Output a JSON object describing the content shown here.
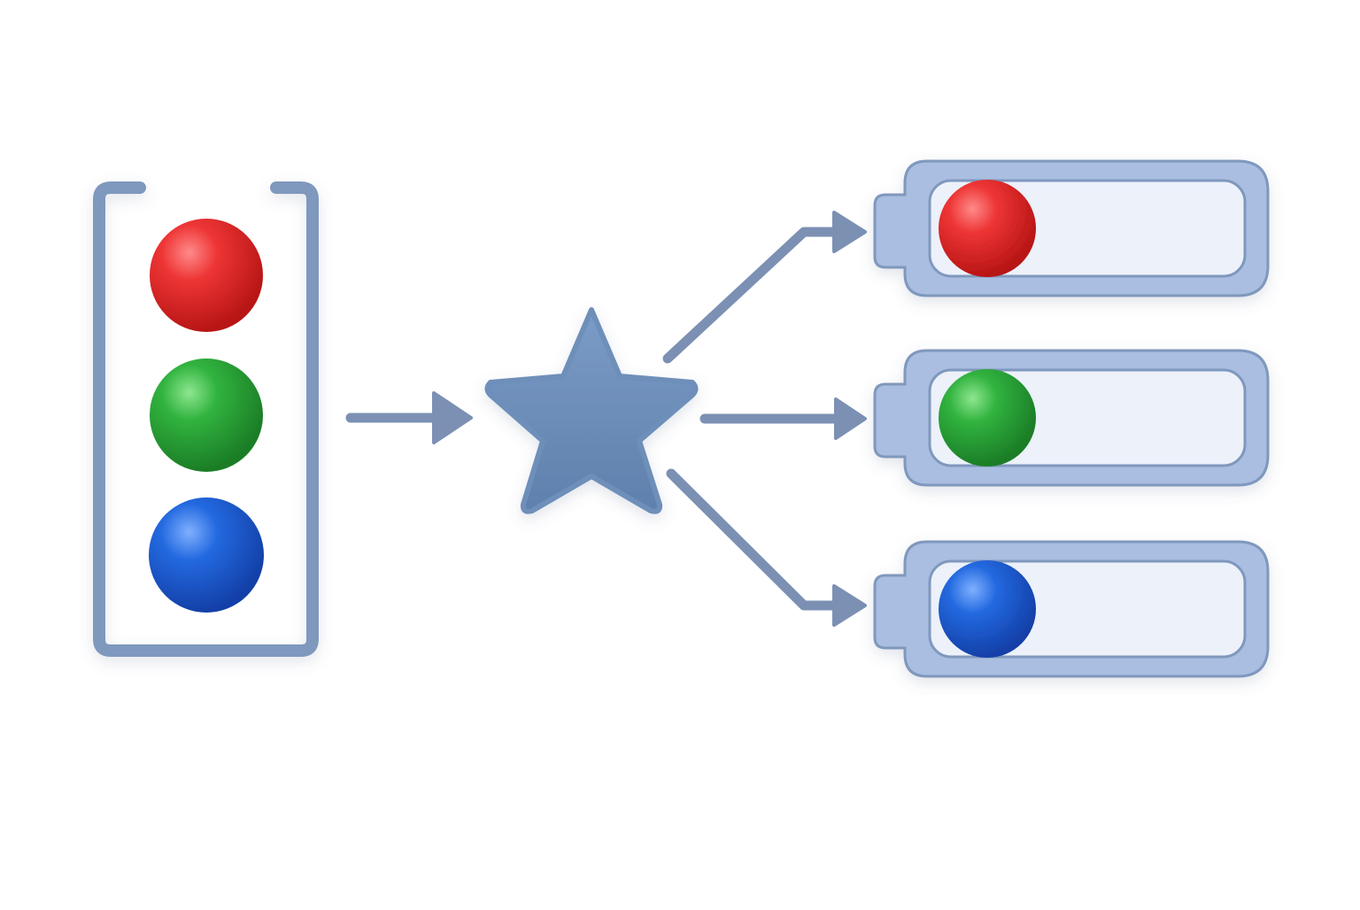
{
  "diagram": {
    "colors": {
      "background": "#ffffff",
      "frame": "#7f98bd",
      "frame_fill": "#a9bee0",
      "frame_inner": "#ecf1fa",
      "arrow": "#7b90b3",
      "star": "#6e8fb9",
      "red": "#e02d2d",
      "green": "#2aa638",
      "blue": "#1f63d6"
    },
    "input_container": {
      "icon": "bracket-container",
      "balls": [
        "red",
        "green",
        "blue"
      ]
    },
    "processor": {
      "icon": "star-icon"
    },
    "outputs": [
      {
        "icon": "slot-container",
        "ball": "red"
      },
      {
        "icon": "slot-container",
        "ball": "green"
      },
      {
        "icon": "slot-container",
        "ball": "blue"
      }
    ]
  }
}
